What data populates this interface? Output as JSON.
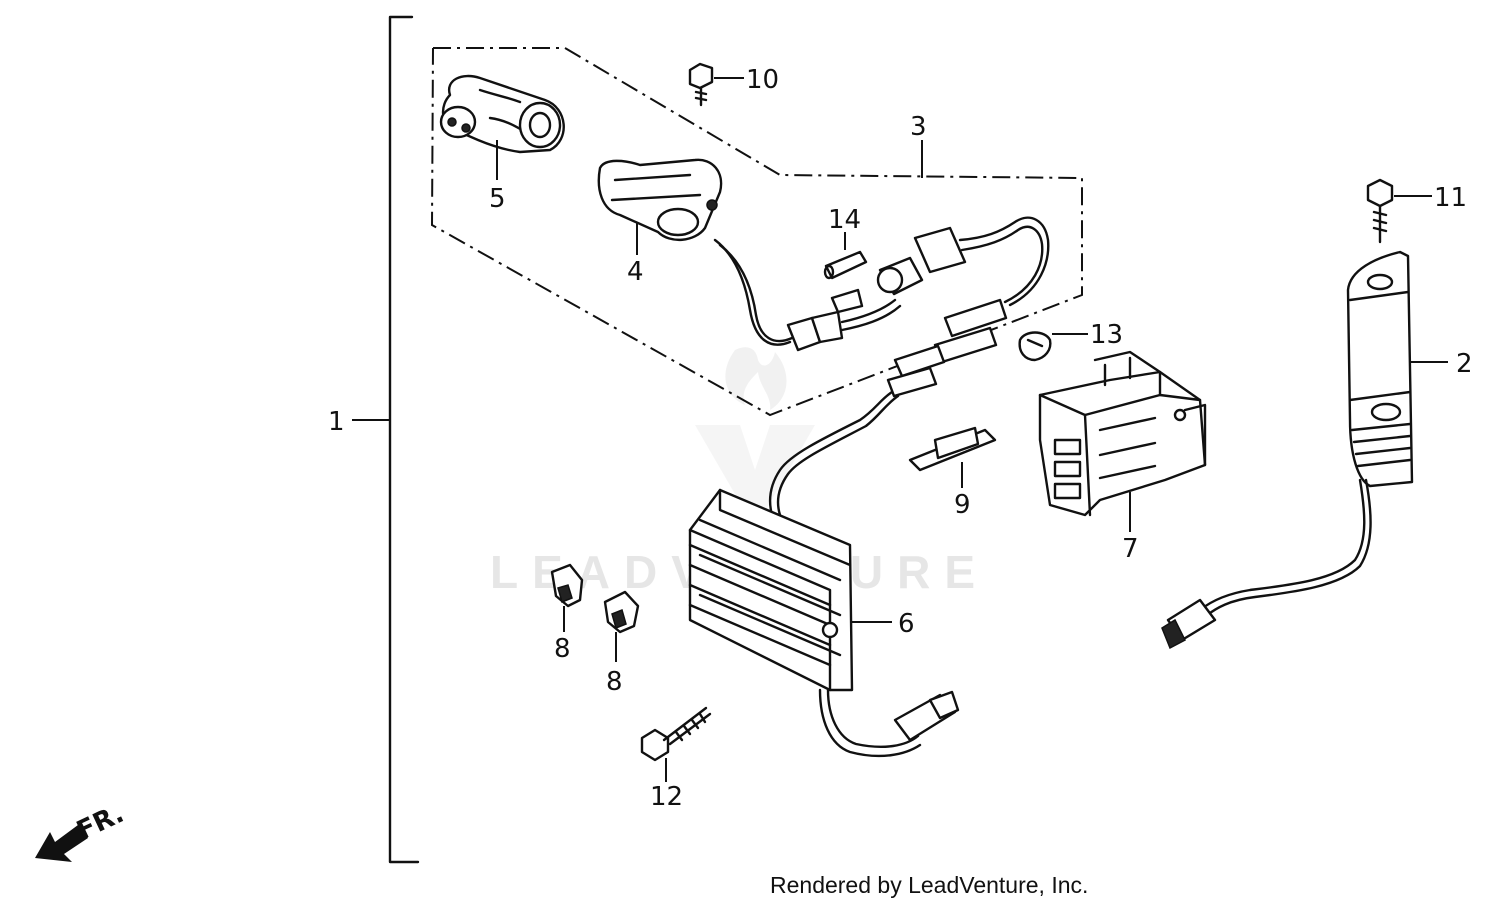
{
  "diagram": {
    "callouts": [
      "1",
      "2",
      "3",
      "4",
      "5",
      "6",
      "7",
      "8",
      "8",
      "9",
      "10",
      "11",
      "12",
      "13",
      "14"
    ],
    "direction_label": "FR.",
    "watermark_text": "LEADVENTURE",
    "credit": "Rendered by LeadVenture, Inc."
  }
}
